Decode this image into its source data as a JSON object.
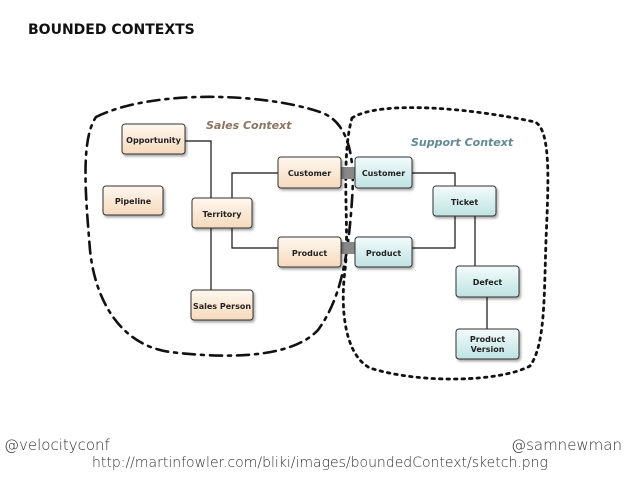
{
  "title": "BOUNDED CONTEXTS",
  "colors": {
    "sales_fill_top": "#fff7ef",
    "sales_fill_bottom": "#f6d9bc",
    "support_fill_top": "#f3fbfb",
    "support_fill_bottom": "#bfe2e2",
    "sales_label": "#8a7560",
    "support_label": "#5f8a96",
    "line": "#111111"
  },
  "contexts": {
    "sales": "Sales Context",
    "support": "Support Context"
  },
  "sales_entities": {
    "opportunity": "Opportunity",
    "pipeline": "Pipeline",
    "territory": "Territory",
    "sales_person": "Sales Person",
    "customer": "Customer",
    "product": "Product"
  },
  "support_entities": {
    "customer": "Customer",
    "product": "Product",
    "ticket": "Ticket",
    "defect": "Defect",
    "product_version_line1": "Product",
    "product_version_line2": "Version"
  },
  "footer": {
    "left_handle": "@velocityconf",
    "right_handle": "@samnewman",
    "source_url": "http://martinfowler.com/bliki/images/boundedContext/sketch.png"
  }
}
